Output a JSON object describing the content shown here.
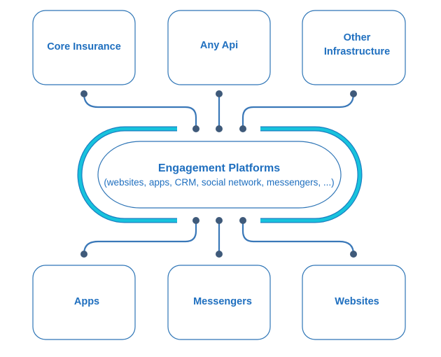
{
  "diagram": {
    "title": "Engagement Platforms",
    "hub": {
      "title": "Engagement Platforms",
      "subtitle": "(websites, apps, CRM, social network, messengers, ...)"
    },
    "top_nodes": [
      {
        "id": "core-insurance",
        "lines": [
          "Core Insurance"
        ]
      },
      {
        "id": "any-api",
        "lines": [
          "Any Api"
        ]
      },
      {
        "id": "other-infrastructure",
        "lines": [
          "Other",
          "Infrastructure"
        ]
      }
    ],
    "bottom_nodes": [
      {
        "id": "apps",
        "lines": [
          "Apps"
        ]
      },
      {
        "id": "messengers",
        "lines": [
          "Messengers"
        ]
      },
      {
        "id": "websites",
        "lines": [
          "Websites"
        ]
      }
    ],
    "colors": {
      "box_border": "#2e75b6",
      "text": "#1f6fbf",
      "track": "#17b9d6",
      "track_edge": "#1a7fc1",
      "connector": "#3a78b8",
      "dot": "#3f5a7a"
    }
  }
}
